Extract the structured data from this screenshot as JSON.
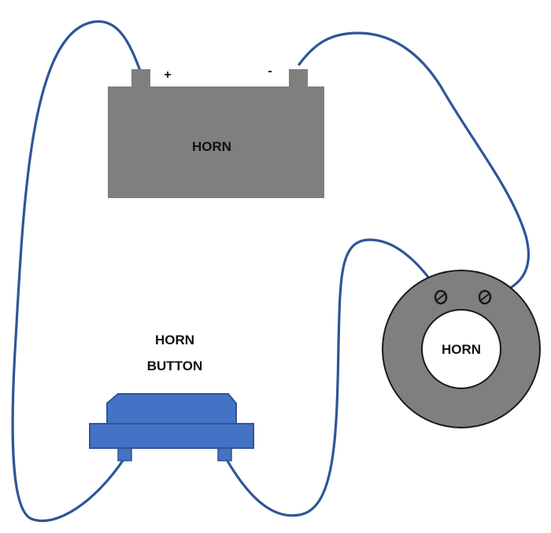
{
  "battery": {
    "label": "HORN",
    "positive_sign": "+",
    "negative_sign": "-"
  },
  "horn": {
    "label": "HORN"
  },
  "horn_button": {
    "label_line1": "HORN",
    "label_line2": "BUTTON"
  },
  "colors": {
    "wire": "#2f5597",
    "battery_body": "#7f7f7f",
    "horn_ring": "#7f7f7f",
    "button_fill": "#4472c4",
    "button_stroke": "#2f5597",
    "outline": "#1a1a1a"
  }
}
